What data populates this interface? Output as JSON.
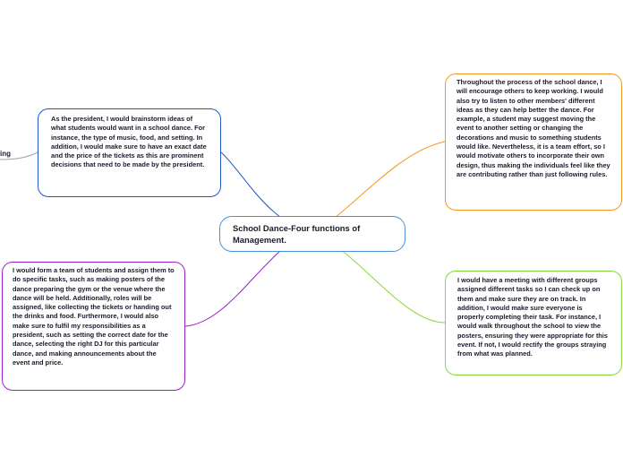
{
  "central": {
    "title": "School Dance-Four functions of Management."
  },
  "nodes": {
    "planning": {
      "text": "As the president, I would brainstorm ideas of what students would want in a school dance. For instance, the type of music, food, and setting. In addition, I would make sure to have an exact date and the price of the tickets as this are prominent decisions that need to be made by the president."
    },
    "leading": {
      "text": "Throughout the process of the school dance, I will encourage others to keep working. I would also try to listen to other members' different ideas as they can help better the dance. For example, a student may suggest moving the event to another setting or changing the decorations and music to something students would like. Nevertheless, it is a team effort, so I would motivate others to incorporate their own design, thus making the individuals feel like they are contributing rather than just following rules."
    },
    "organizing": {
      "text": "I would form a team of students and assign them to do specific tasks, such as making posters of the dance preparing the gym or the venue where the dance will be held. Additionally, roles will be assigned, like collecting the tickets or handing out the drinks and food. Furthermore, I would also make sure to fulfil my responsibilities as a president, such as setting the correct date for the dance, selecting the right DJ for this particular dance, and making announcements about the event and price."
    },
    "controlling": {
      "text": "I would have a meeting with different groups assigned different tasks so I can check up on them and make sure they are on track. In addition, I would make sure everyone is properly completing their task. For instance, I would walk throughout the school to view the posters, ensuring they were appropriate for this event. If not, I would rectify the groups straying from what was planned."
    }
  },
  "clipped_label": "ing",
  "colors": {
    "central": "#4a90d9",
    "planning": "#1e56c9",
    "leading": "#f39a1e",
    "organizing": "#9b1fd0",
    "controlling": "#86d83a",
    "clipped_link": "#9aa6b8"
  }
}
